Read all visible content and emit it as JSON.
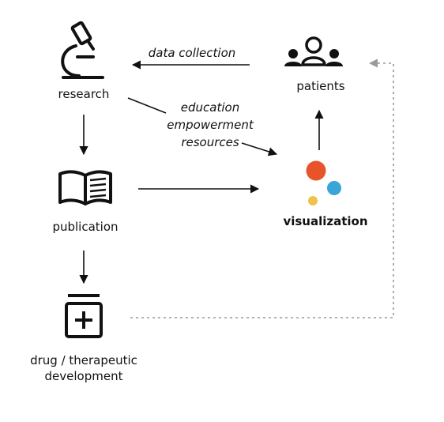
{
  "nodes": {
    "research": {
      "label": "research",
      "icon": "microscope-icon"
    },
    "publication": {
      "label": "publication",
      "icon": "book-icon"
    },
    "drug": {
      "label_line1": "drug / therapeutic",
      "label_line2": "development",
      "icon": "medicine-bottle-icon"
    },
    "patients": {
      "label": "patients",
      "icon": "people-group-icon"
    },
    "visualization": {
      "label": "visualization",
      "icon": "dots-icon"
    }
  },
  "edge_labels": {
    "data_collection": "data collection",
    "education": "education",
    "empowerment": "empowerment",
    "resources": "resources"
  },
  "colors": {
    "ink": "#111111",
    "dashed": "#9a9a9a",
    "dot_orange": "#e8542a",
    "dot_blue": "#3aa6d8",
    "dot_yellow": "#f0c24b"
  }
}
